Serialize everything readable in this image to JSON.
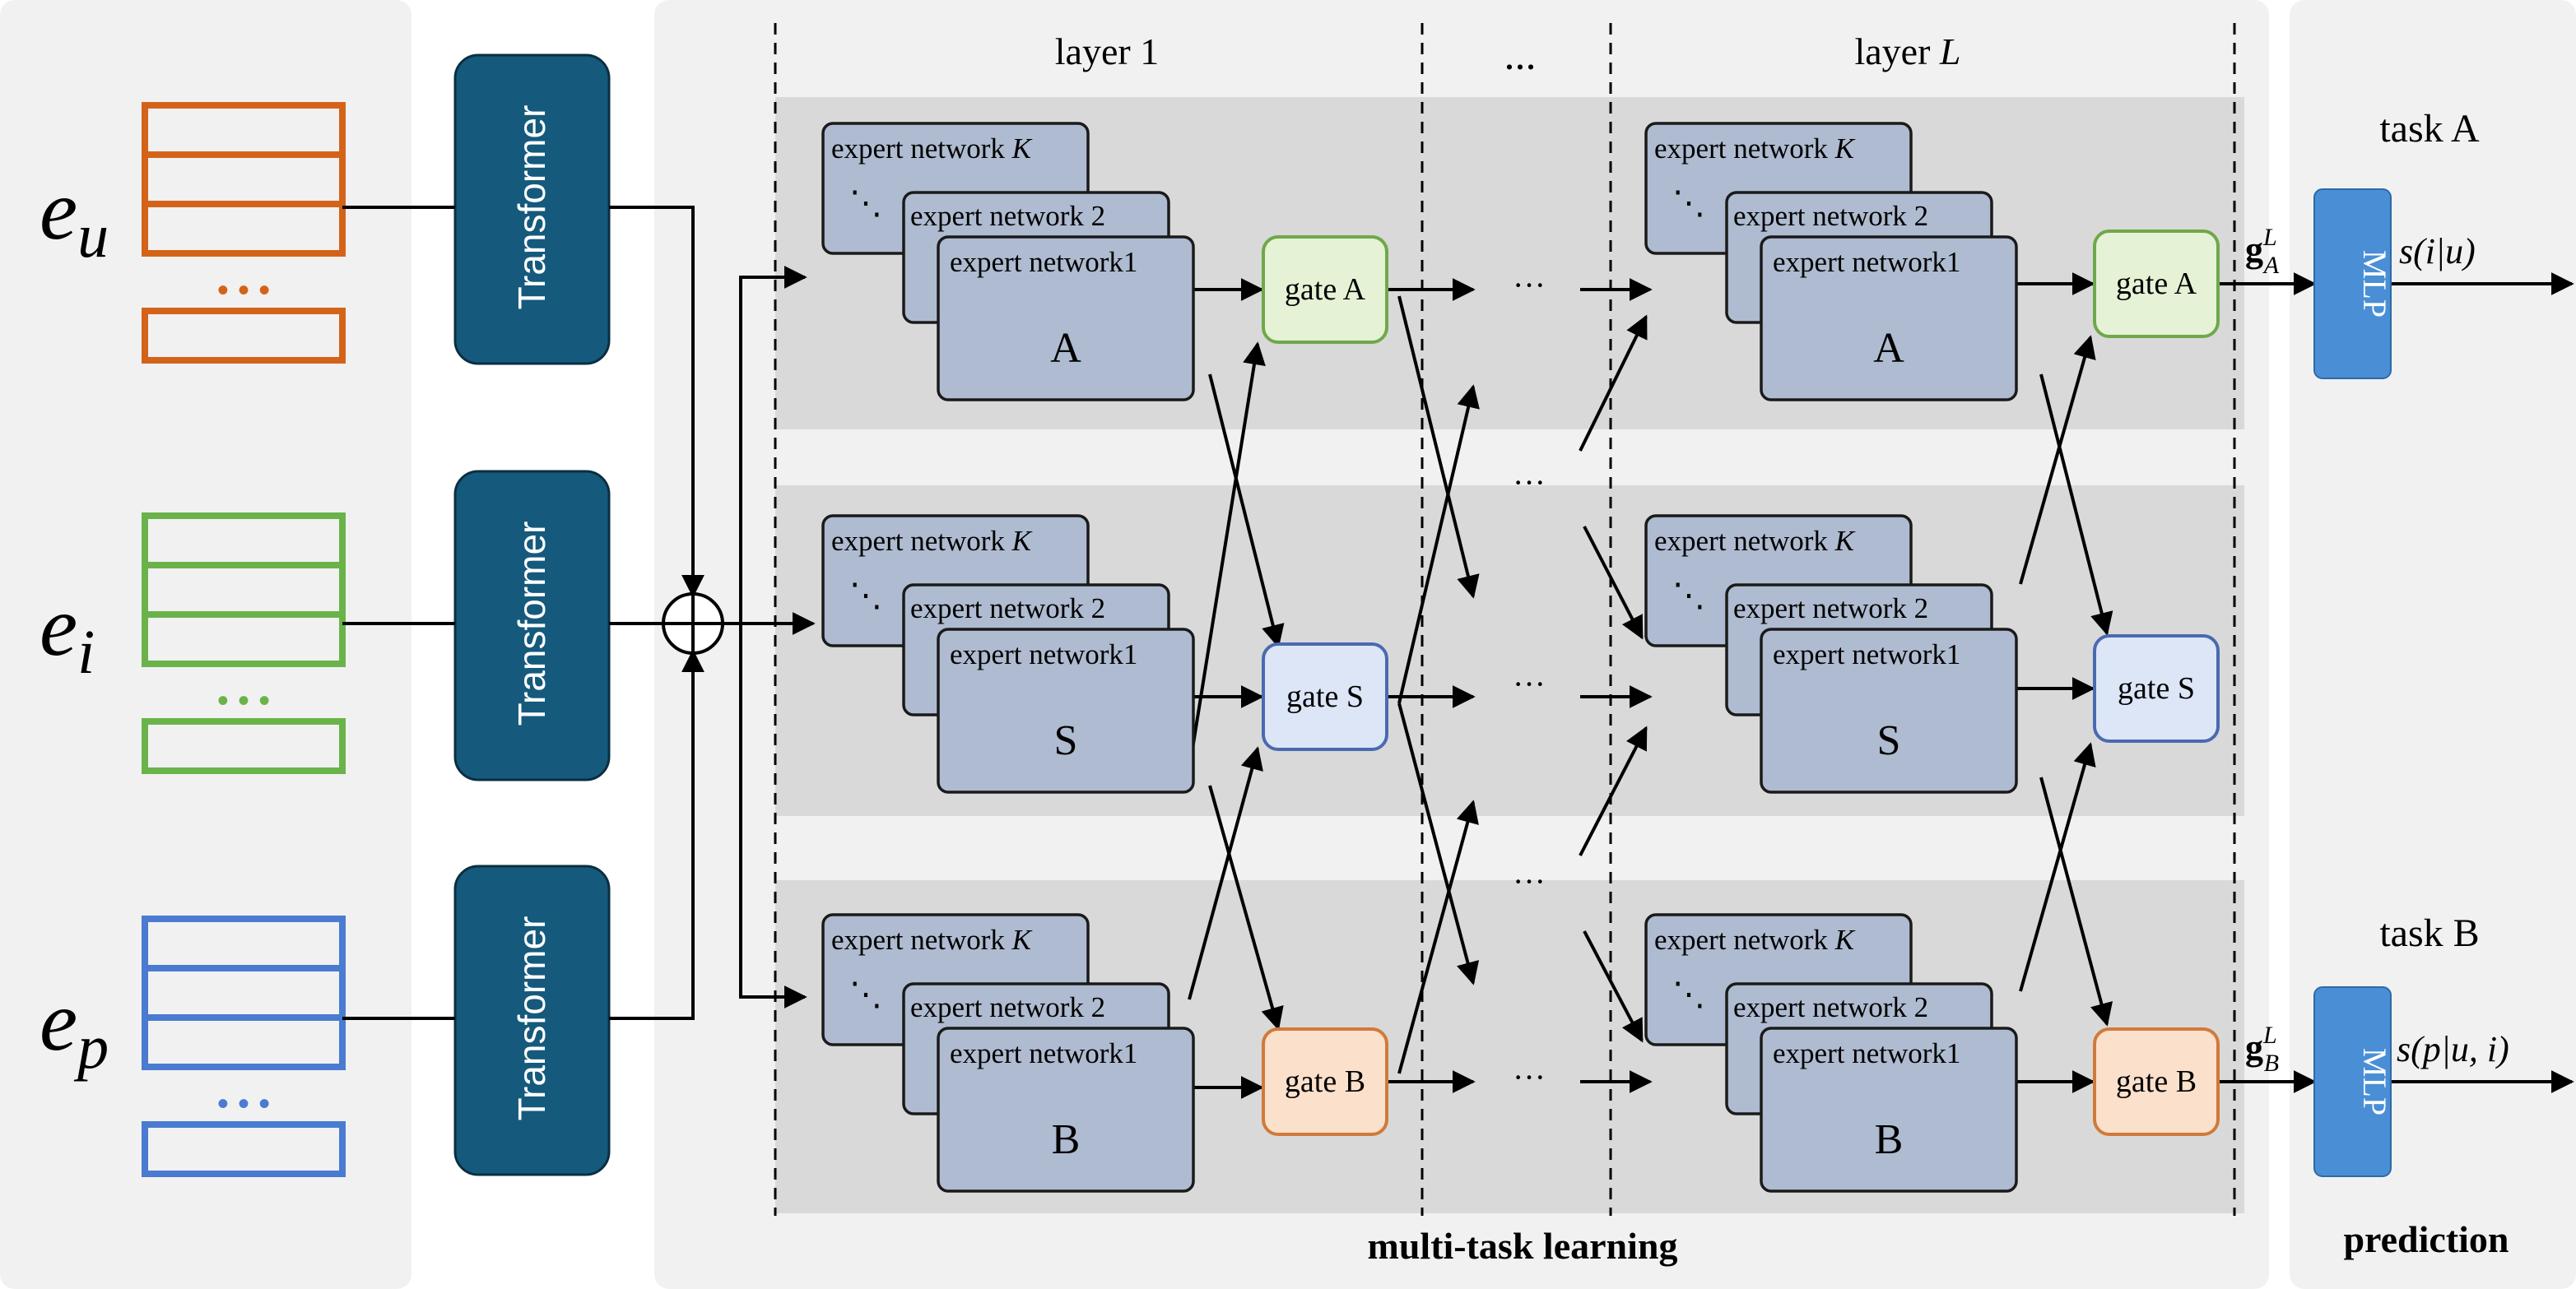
{
  "embeddings": [
    {
      "base": "e",
      "sub": "u",
      "color": "#d4631a"
    },
    {
      "base": "e",
      "sub": "i",
      "color": "#6ab34a"
    },
    {
      "base": "e",
      "sub": "p",
      "color": "#4a7bd0"
    }
  ],
  "ellipsis": "• • •",
  "transformer_label": "Transformer",
  "layer_labels": {
    "first_prefix": "layer 1",
    "middle": "...",
    "last_prefix": "layer ",
    "last_var": "L"
  },
  "experts": {
    "k_label_prefix": "expert  network ",
    "k_var": "K",
    "two_label": "expert  network 2",
    "one_label": "expert  network1",
    "dots": "⋱"
  },
  "rows": [
    {
      "letter": "A",
      "gate": "gate A",
      "gate_fill": "#e5f2d6",
      "gate_stroke": "#6fa84a"
    },
    {
      "letter": "S",
      "gate": "gate S",
      "gate_fill": "#dde6f7",
      "gate_stroke": "#4a6ab0"
    },
    {
      "letter": "B",
      "gate": "gate B",
      "gate_fill": "#fbe0cc",
      "gate_stroke": "#d07a3a"
    }
  ],
  "row_dots": "···",
  "mtl_label": "multi-task learning",
  "prediction": {
    "title": "prediction",
    "mlp": "MLP",
    "task_a": "task A",
    "task_b": "task B",
    "g_base": "g",
    "g_sup": "L",
    "g_sub_a": "A",
    "g_sub_b": "B",
    "score_a": "s(i|u)",
    "score_b": "s(p|u, i)"
  },
  "colors": {
    "panel_bg": "#f1f1f1",
    "band_bg": "#d9d9d9",
    "expert_fill": "#aebbd0",
    "expert_stroke": "#1a1a1a",
    "transformer_fill": "#155a7c",
    "mlp_fill": "#4a8fd6"
  }
}
